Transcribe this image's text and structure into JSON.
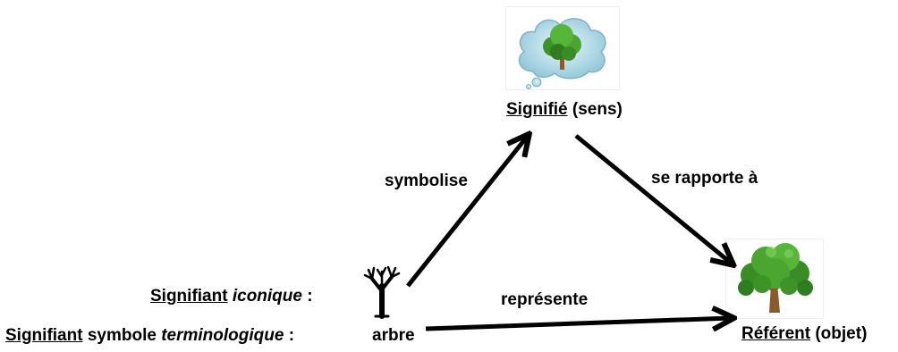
{
  "signifie": {
    "term": "Signifié",
    "suffix": " (sens)"
  },
  "referent": {
    "term": "Référent",
    "suffix": " (objet)"
  },
  "signifiant_iconique": {
    "term": "Signifiant",
    "qualifier": "iconique",
    "colon": " :"
  },
  "signifiant_symbole": {
    "term": "Signifiant",
    "word": " symbole ",
    "qualifier": "terminologique",
    "colon": " :"
  },
  "word_arbre": "arbre",
  "edges": {
    "symbolise": "symbolise",
    "se_rapporte": "se rapporte à",
    "represente": "représente"
  },
  "icons": {
    "thought": "tree-in-thought-bubble-icon",
    "referent": "tree-icon",
    "bare_tree": "bare-tree-icon"
  },
  "colors": {
    "foliage": "#3f9a2a",
    "cloud": "#b9dde8",
    "trunk": "#8a5a2b"
  }
}
